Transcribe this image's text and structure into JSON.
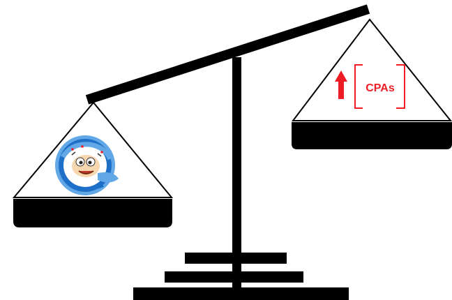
{
  "diagram": {
    "type": "balance-scale",
    "tilt": "right-side-up",
    "left_pan": {
      "content": "cartoon-logo-icon",
      "position": "lower"
    },
    "right_pan": {
      "content": "cpas-label",
      "position": "higher",
      "label": "CPAs",
      "arrow": "up-arrow-icon"
    }
  },
  "colors": {
    "structure": "#000000",
    "accent_red": "#ee1c24",
    "logo_blue": "#1e6fc8",
    "logo_light_blue": "#62a8e6",
    "logo_face": "#f6d7b0",
    "background": "#ffffff"
  }
}
